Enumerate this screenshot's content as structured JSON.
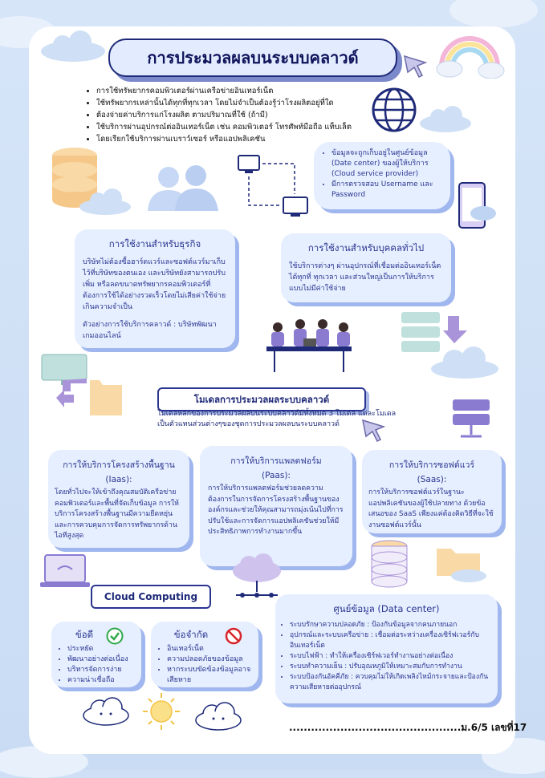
{
  "title": "การประมวลผลบนระบบคลาวด์",
  "intro": [
    "การใช้ทรัพยากรคอมพิวเตอร์ผ่านเครือข่ายอินเทอร์เน็ต",
    "ใช้ทรัพยากรเหล่านั้นได้ทุกที่ทุกเวลา โดยไม่จำเป็นต้องรู้ว่าโรงผลิตอยู่ที่ใด",
    "ต้องจ่ายค่าบริการแก่โรงผลิต ตามปริมาณที่ใช้ (ถ้ามี)",
    "ใช้บริการผ่านอุปกรณ์ต่ออินเทอร์เน็ต เช่น คอมพิวเตอร์ โทรศัพท์มือถือ แท็บเล็ต",
    "โดยเรียกใช้บริการผ่านเบราว์เซอร์ หรือแอปพลิเคชัน"
  ],
  "datacenter_note": [
    "ข้อมูลจะถูกเก็บอยู่ในศูนย์ข้อมูล (Date center) ของผู้ให้บริการ (Cloud service provider)",
    "มีการตรวจสอบ Username และ Password"
  ],
  "business": {
    "title": "การใช้งานสำหรับธุรกิจ",
    "body": "บริษัทไม่ต้องซื้อฮาร์ดแวร์และซอฟต์แวร์มาเก็บไว้ที่บริษัทของตนเอง และบริษัทยังสามารถปรับเพิ่ม หรือลดขนาดทรัพยากรคอมพิวเตอร์ที่ต้องการใช้ได้อย่างรวดเร็วโดยไม่เสียค่าใช้จ่ายเกินความจำเป็น",
    "example": "ตัวอย่างการใช้บริการคลาวด์ : บริษัทพัฒนาเกมออนไลน์"
  },
  "personal": {
    "title": "การใช้งานสำหรับบุคคลทั่วไป",
    "body": "ใช้บริการต่างๆ ผ่านอุปกรณ์ที่เชื่อมต่ออินเทอร์เน็ตได้ทุกที่ ทุกเวลา และส่วนใหญ่เป็นการให้บริการแบบไม่มีค่าใช้จ่าย"
  },
  "model": {
    "title": "โมเดลการประมวลผลระบบคลาวด์",
    "desc1": "โมเดลหลักของการประมวลผลบนระบบคลาวด์มีทั้งหมด 3 โมเดล แต่ละโมเดล",
    "desc2": "เป็นตัวแทนส่วนต่างๆของชุดการประมวลผลบนระบบคลาวด์"
  },
  "iaas": {
    "title": "การให้บริการโครงสร้างพื้นฐาน",
    "sub": "(Iaas):",
    "body": "โดยทั่วไปจะให้เข้าถึงคุณสมบัติเครือข่ายคอมพิวเตอร์และพื้นที่จัดเก็บข้อมูล การให้บริการโครงสร้างพื้นฐานมีความยืดหยุ่นและการควบคุมการจัดการทรัพยากรด้านไอทีสูงสุด"
  },
  "paas": {
    "title": "การให้บริการแพลตฟอร์ม",
    "sub": "(Paas):",
    "body": "การให้บริการแพลตฟอร์มช่วยลดความต้องการในการจัดการโครงสร้างพื้นฐานขององค์กรและช่วยให้คุณสามารถมุ่งเน้นไปที่การปรับใช้และการจัดการแอปพลิเคชันช่วยให้มีประสิทธิภาพการทำงานมากขึ้น"
  },
  "saas": {
    "title": "การให้บริการซอฟต์แวร์",
    "sub": "(Saas):",
    "body": "การให้บริการซอฟต์แวร์ในฐานะแอปพลิเคชันของผู้ใช้ปลายทาง ด้วยข้อเสนอของ SaaS เพียงแค่ต้องคิดวิธีที่จะใช้งานซอฟต์แวร์นั้น"
  },
  "cloud_computing": "Cloud Computing",
  "pros": {
    "title": "ข้อดี",
    "items": [
      "ประหยัด",
      "พัฒนาอย่างต่อเนื่อง",
      "บริหารจัดการง่าย",
      "ความน่าเชื่อถือ"
    ]
  },
  "cons": {
    "title": "ข้อจำกัด",
    "items": [
      "อินเทอร์เน็ต",
      "ความปลอดภัยของข้อมูล",
      "หากระบบขัดข้องข้อมูลอาจเสียหาย"
    ]
  },
  "datacenter": {
    "title": "ศูนย์ข้อมูล (Data center)",
    "items": [
      "ระบบรักษาความปลอดภัย : ป้องกันข้อมูลจากคนภายนอก",
      "อุปกรณ์และระบบเครือข่าย : เชื่อมต่อระหว่างเครื่องเซิร์ฟเวอร์กับอินเทอร์เน็ต",
      "ระบบไฟฟ้า : ทำให้เครื่องเซิร์ฟเวอร์ทำงานอย่างต่อเนื่อง",
      "ระบบทำความเย็น : ปรับอุณหภูมิให้เหมาะสมกับการทำงาน",
      "ระบบป้องกันอัคคีภัย : ควบคุมไม่ให้เกิดเพลิงไหม้กระจายและป้องกันความเสียหายต่ออุปกรณ์"
    ]
  },
  "footer": "...............................................ม.6/5 เลขที่17",
  "colors": {
    "navy": "#1e2a78",
    "card": "#e6efff",
    "shadow": "#9fb6ee",
    "bg": "#cfe0f6"
  }
}
